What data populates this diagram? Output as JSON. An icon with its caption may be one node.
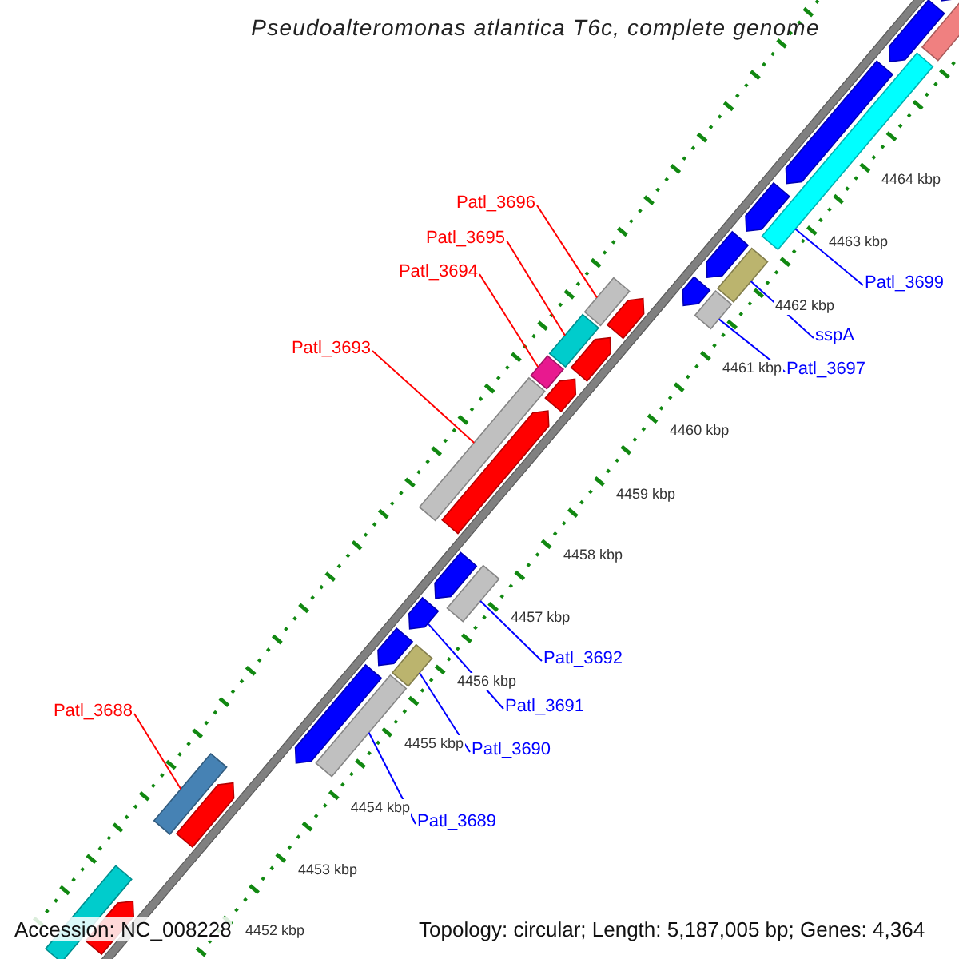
{
  "diagram": {
    "title": "Pseudoalteromonas atlantica T6c, complete genome",
    "nodes": [
      {
        "text": [
          "Patl_3696"
        ]
      },
      {
        "text": [
          "Patl_3695"
        ]
      },
      {
        "text": [
          "Patl_3694"
        ]
      },
      {
        "text": [
          "Patl_3693"
        ]
      },
      {
        "text": [
          "Patl_3699"
        ]
      },
      {
        "text": [
          "sspA"
        ]
      },
      {
        "text": [
          "Patl_3697"
        ]
      },
      {
        "text": [
          "Patl_3692"
        ]
      },
      {
        "text": [
          "Patl_3691"
        ]
      },
      {
        "text": [
          "Patl_3690"
        ]
      },
      {
        "text": [
          "Patl_3689"
        ]
      },
      {
        "text": [
          "Patl_3688"
        ]
      },
      {
        "text": [],
        "shape": "bar"
      },
      {
        "text": [],
        "shape": "bar"
      },
      {
        "text": [],
        "shape": "bar"
      },
      {
        "text": [],
        "shape": "bar"
      },
      {
        "text": [],
        "shape": "bar"
      },
      {
        "text": [],
        "shape": "bar"
      },
      {
        "text": [],
        "shape": "bar"
      },
      {
        "text": [],
        "shape": "bar"
      },
      {
        "text": [],
        "shape": "arrow"
      },
      {
        "text": [],
        "shape": "bar"
      },
      {
        "text": [],
        "shape": "bar"
      },
      {
        "text": [],
        "shape": "bar"
      },
      {
        "text": [],
        "shape": "arrow"
      },
      {
        "text": [],
        "shape": "arrow"
      },
      {
        "text": [],
        "shape": "arrow"
      },
      {
        "text": [],
        "shape": "arrow"
      },
      {
        "text": [],
        "shape": "arrow"
      },
      {
        "text": [],
        "shape": "arrow"
      },
      {
        "text": [],
        "shape": "bar"
      },
      {
        "text": [],
        "shape": "arrow"
      },
      {
        "text": [],
        "shape": "arrow"
      },
      {
        "text": [],
        "shape": "arrow"
      },
      {
        "text": [],
        "shape": "arrow"
      },
      {
        "text": [],
        "shape": "arrow"
      },
      {
        "text": [],
        "shape": "arrow"
      },
      {
        "text": [],
        "shape": "arrow"
      },
      {
        "text": [],
        "shape": "arrow"
      },
      {
        "text": [],
        "shape": "arrow"
      },
      {
        "text": [],
        "shape": "bar"
      }
    ],
    "edges": [
      {
        "from": 0,
        "to": 12,
        "arrow": "none",
        "color": "#ff0000"
      },
      {
        "from": 1,
        "to": 13,
        "arrow": "none",
        "color": "#ff0000"
      },
      {
        "from": 2,
        "to": 14,
        "arrow": "none",
        "color": "#ff0000"
      },
      {
        "from": 3,
        "to": 15,
        "arrow": "none",
        "color": "#ff0000"
      },
      {
        "from": 4,
        "to": 16,
        "arrow": "none",
        "color": "#0000ff"
      },
      {
        "from": 5,
        "to": 17,
        "arrow": "none",
        "color": "#0000ff"
      },
      {
        "from": 6,
        "to": 18,
        "arrow": "none",
        "color": "#0000ff"
      },
      {
        "from": 7,
        "to": 19,
        "arrow": "none",
        "color": "#0000ff"
      },
      {
        "from": 8,
        "to": 20,
        "arrow": "none",
        "color": "#0000ff"
      },
      {
        "from": 9,
        "to": 21,
        "arrow": "none",
        "color": "#0000ff"
      },
      {
        "from": 10,
        "to": 22,
        "arrow": "none",
        "color": "#0000ff"
      },
      {
        "from": 11,
        "to": 23,
        "arrow": "none",
        "color": "#ff0000"
      }
    ],
    "labels": [
      "4464 kbp",
      "4463 kbp",
      "4462 kbp",
      "4461 kbp",
      "4460 kbp",
      "4459 kbp",
      "4458 kbp",
      "4457 kbp",
      "4456 kbp",
      "4455 kbp",
      "4454 kbp",
      "4453 kbp",
      "4452 kbp",
      "Accession: NC_008228",
      "Topology: circular; Length: 5,187,005 bp; Genes: 4,364"
    ]
  }
}
